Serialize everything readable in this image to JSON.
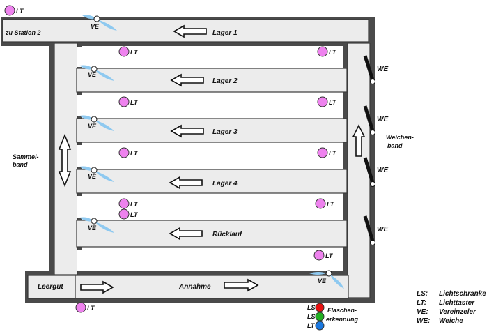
{
  "belts": {
    "lager1": "Lager 1",
    "lager2": "Lager 2",
    "lager3": "Lager 3",
    "lager4": "Lager 4",
    "ruecklauf": "Rücklauf",
    "annahme": "Annahme",
    "leergut": "Leergut",
    "station2": "zu Station 2",
    "sammelband": [
      "Sammel-",
      "band"
    ],
    "weichenband": [
      "Weichen-",
      "band"
    ]
  },
  "markers": {
    "lt": "LT",
    "ve": "VE",
    "we": "WE",
    "ls": "LS"
  },
  "flaschen": [
    "Flaschen-",
    "erkennung"
  ],
  "legend": [
    {
      "key": "LS:",
      "value": "Lichtschranke"
    },
    {
      "key": "LT:",
      "value": "Lichttaster"
    },
    {
      "key": "VE:",
      "value": "Vereinzeler"
    },
    {
      "key": "WE:",
      "value": "Weiche"
    }
  ],
  "colors": {
    "lichttaster": "#ee82ee",
    "vereinzeler": "#8ec9f0",
    "ls_red": "#e81010",
    "ls_green": "#22b022",
    "ls_blue": "#1a78e0"
  }
}
